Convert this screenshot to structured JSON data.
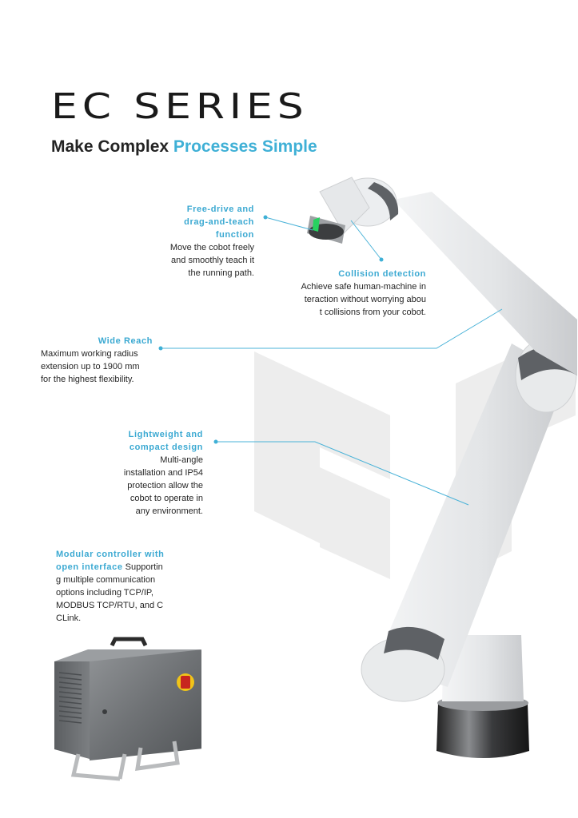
{
  "header": {
    "title": "EC SERIES",
    "subtitle_part1": "Make Complex",
    "subtitle_part2": "Processes Simple"
  },
  "features": {
    "free_drive": {
      "title_lines": [
        "Free-drive and",
        "drag-and-teach",
        "function"
      ],
      "body_lines": [
        "Move the cobot freely",
        "and smoothly teach it",
        "the running path."
      ]
    },
    "collision": {
      "title": "Collision detection",
      "body_lines": [
        "Achieve safe human-machine  in",
        "teraction without worrying abou",
        "t collisions from your cobot."
      ]
    },
    "wide_reach": {
      "title": "Wide Reach",
      "body_lines": [
        "Maximum working radius",
        "extension up to 1900 mm",
        "for the highest flexibility."
      ]
    },
    "lightweight": {
      "title_lines": [
        "Lightweight and",
        "compact design"
      ],
      "body_lines": [
        "Multi-angle",
        "installation and IP54",
        "protection allow the",
        "cobot to operate in",
        "any environment."
      ]
    },
    "controller": {
      "title_lines": [
        "Modular controller with",
        "open interface"
      ],
      "body_first": "Supportin",
      "body_lines": [
        "g multiple  communication",
        "options  including TCP/IP,",
        "MODBUS  TCP/RTU, and C",
        "CLink."
      ]
    }
  },
  "colors": {
    "accent": "#3fb0d6",
    "callout_line": "#4bb3d8",
    "robot_body": "#e6e8ea",
    "robot_ring": "#6b6e72",
    "watermark": "#eeeeee"
  },
  "images": {
    "robot_arm": "collaborative-robot-arm",
    "controller_box": "controller-cabinet"
  }
}
